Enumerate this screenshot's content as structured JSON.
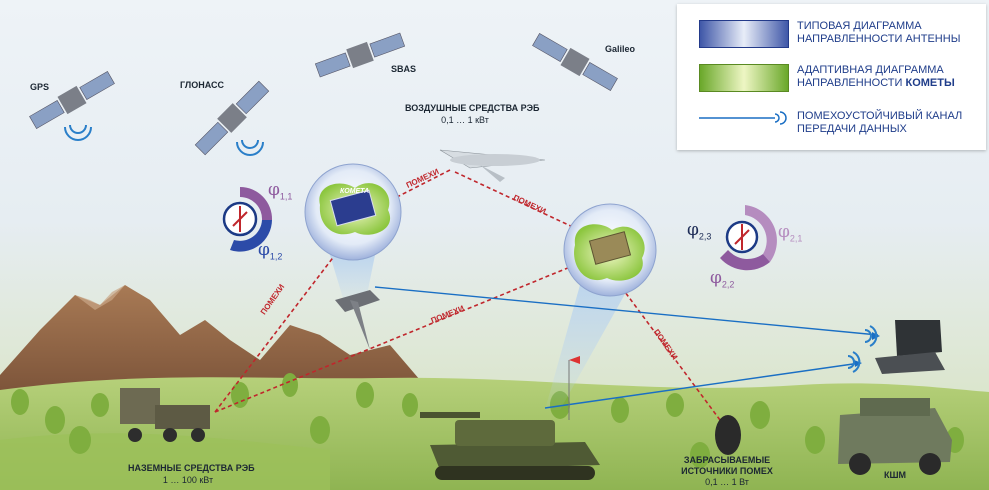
{
  "satellites": {
    "gps": "GPS",
    "glonass": "ГЛОНАСС",
    "sbas": "SBAS",
    "galileo": "Galileo"
  },
  "air_ew": {
    "title": "ВОЗДУШНЫЕ СРЕДСТВА РЭБ",
    "power": "0,1 … 1 кВт"
  },
  "ground_ew": {
    "title": "НАЗЕМНЫЕ СРЕДСТВА РЭБ",
    "power": "1 … 100 кВт"
  },
  "dropped_ew": {
    "title_line1": "ЗАБРАСЫВАЕМЫЕ",
    "title_line2": "ИСТОЧНИКИ ПОМЕХ",
    "power": "0,1 … 1 Вт"
  },
  "command_post": "КШМ",
  "interference_label": "ПОМЕХИ",
  "module_brand": "КОМЕТА",
  "legend": {
    "typical_line1": "ТИПОВАЯ ДИАГРАММА",
    "typical_line2": "НАПРАВЛЕННОСТИ АНТЕННЫ",
    "adaptive_line1": "АДАПТИВНАЯ ДИАГРАММА",
    "adaptive_line2_prefix": "НАПРАВЛЕННОСТИ ",
    "adaptive_line2_bold": "КОМЕТЫ",
    "channel_line1": "ПОМЕХОУСТОЙЧИВЫЙ КАНАЛ",
    "channel_line2": "ПЕРЕДАЧИ ДАННЫХ"
  },
  "angles": {
    "phi_symbol": "φ",
    "left_top_sub": "1,1",
    "left_bottom_sub": "1,2",
    "right_left_sub": "2,3",
    "right_top_sub": "2,1",
    "right_bottom_sub": "2,2"
  },
  "colors": {
    "interference": "#c0262c",
    "data_link": "#1a6fc4",
    "typical_pattern": "#6f86c8",
    "adaptive_pattern": "#8cc63f",
    "angle_purple": "#8e5a9e"
  }
}
